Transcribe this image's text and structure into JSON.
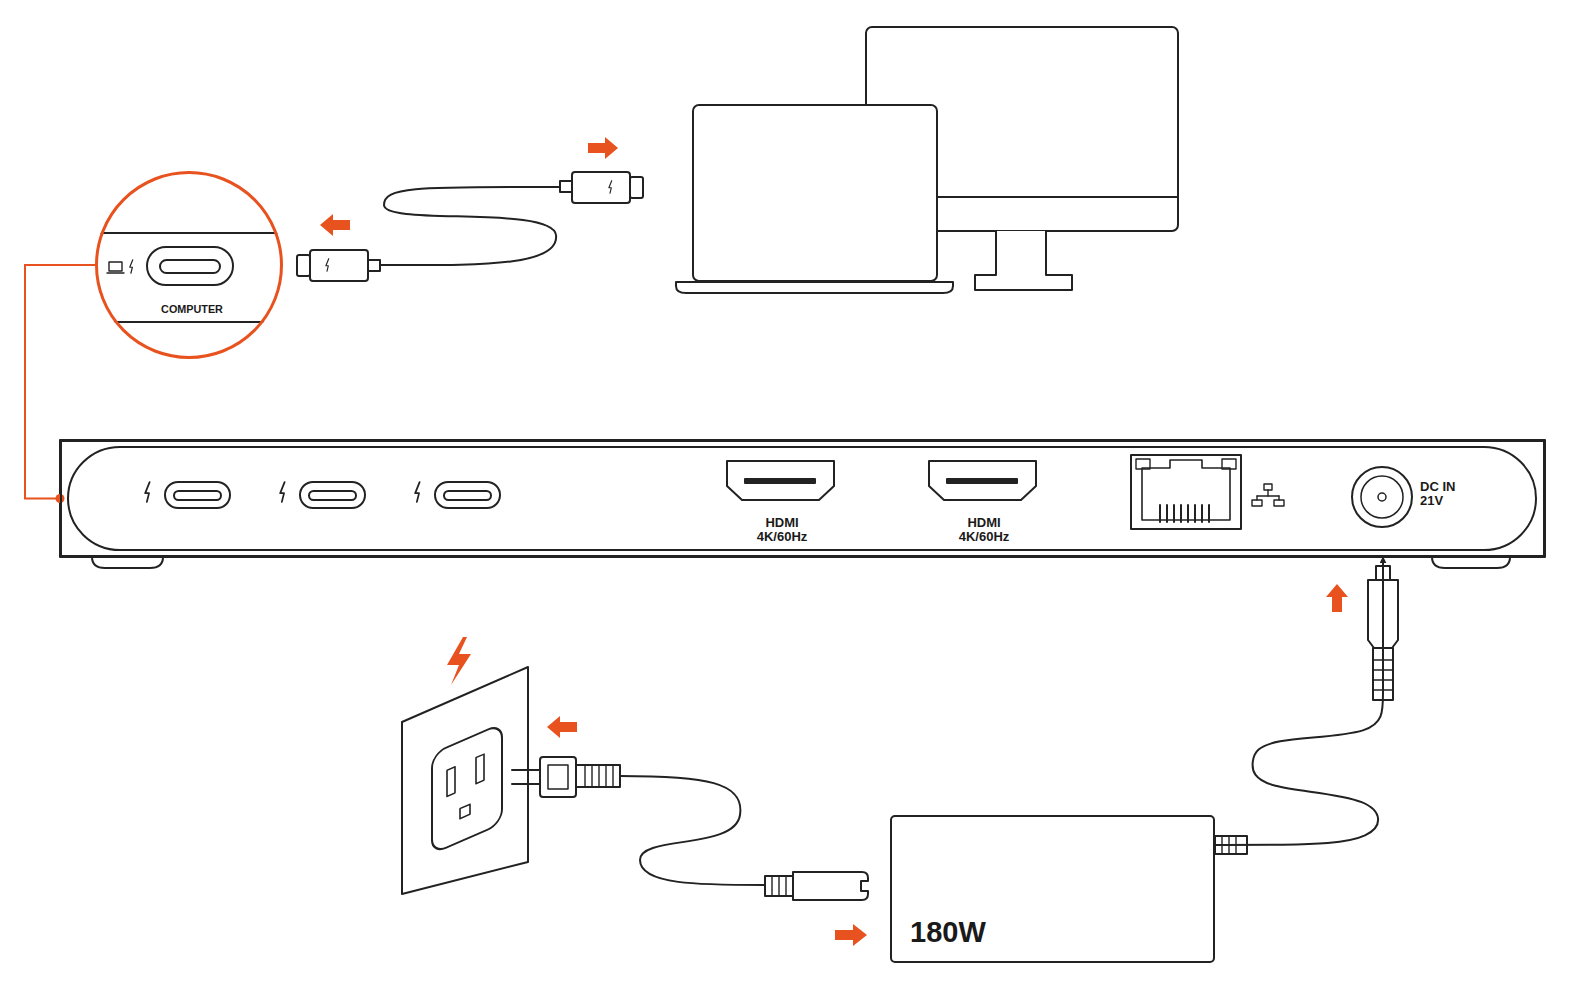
{
  "diagram": {
    "nodes": [
      {
        "text": [
          "COMPUTER"
        ]
      },
      {
        "text": [
          "HDMI 4K/60Hz",
          "HDMI 4K/60Hz",
          "DC IN 21V"
        ]
      },
      {
        "text": [
          "180W"
        ]
      }
    ],
    "edges": [
      {
        "from": 0,
        "to": 1,
        "arrow": "none"
      },
      {
        "from": 2,
        "to": 1,
        "arrow": "to"
      }
    ]
  }
}
